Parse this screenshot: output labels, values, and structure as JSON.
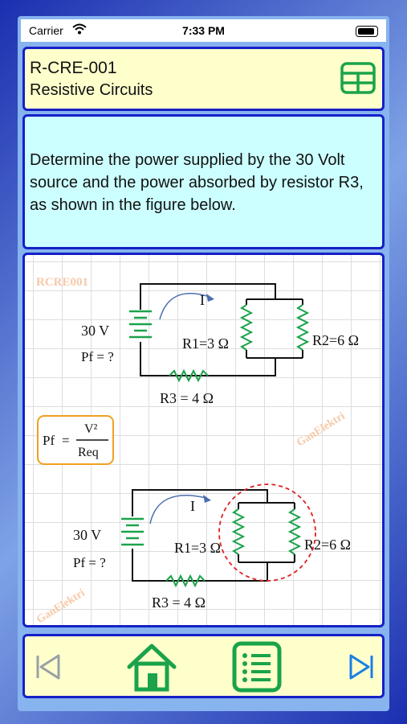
{
  "status": {
    "carrier": "Carrier",
    "time": "7:33 PM"
  },
  "header": {
    "code": "R-CRE-001",
    "subject": "Resistive Circuits"
  },
  "question": {
    "text": "Determine the power supplied by the 30 Volt source and the power absorbed by resistor R3, as shown in the figure below."
  },
  "figure": {
    "watermark_id": "RCRE001",
    "watermark_brand": "GanElektri",
    "source_label": "30 V",
    "pf_label": "Pf = ?",
    "current_label": "I",
    "r1_label": "R1=3 Ω",
    "r2_label": "R2=6 Ω",
    "r3_label": "R3 = 4 Ω",
    "formula": {
      "lhs": "Pf",
      "num": "V²",
      "den": "Req"
    }
  },
  "colors": {
    "accent_green": "#1aa34a",
    "accent_blue": "#1520c8",
    "formula_border": "#f0a020",
    "highlight_red": "#e02020"
  },
  "nav": {
    "prev_icon": "skip-back-icon",
    "home_icon": "home-icon",
    "list_icon": "list-icon",
    "next_icon": "skip-forward-icon"
  }
}
